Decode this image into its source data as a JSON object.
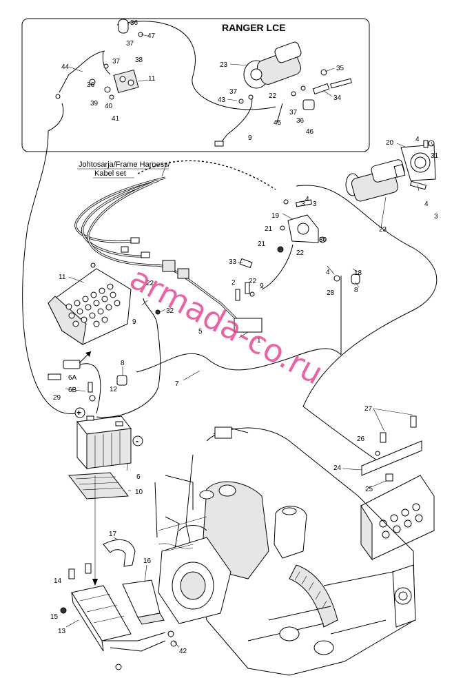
{
  "inset": {
    "title": "RANGER LCE",
    "callouts": [
      "36",
      "47",
      "37",
      "44",
      "38",
      "37",
      "36",
      "11",
      "39",
      "40",
      "41",
      "23",
      "35",
      "37",
      "22",
      "34",
      "43",
      "36",
      "46",
      "37",
      "45",
      "9"
    ]
  },
  "harness_label": {
    "line1": "Johtosarja/Frame Harness/",
    "line2": "Kabel set"
  },
  "main_callouts": [
    "20",
    "4",
    "31",
    "4",
    "3",
    "4",
    "3",
    "19",
    "21",
    "30",
    "21",
    "22",
    "23",
    "11",
    "33",
    "22",
    "2",
    "9",
    "3",
    "4",
    "18",
    "28",
    "8",
    "22",
    "32",
    "9",
    "5",
    "1",
    "6A",
    "6B",
    "12",
    "8",
    "7",
    "29",
    "27",
    "26",
    "24",
    "25",
    "6",
    "10",
    "17",
    "16",
    "14",
    "15",
    "13",
    "42"
  ],
  "terminals": {
    "positive": "+",
    "negative": "-"
  },
  "watermark": "armada-co.ru",
  "colors": {
    "watermark": "#e23a8c",
    "line": "#000000"
  }
}
